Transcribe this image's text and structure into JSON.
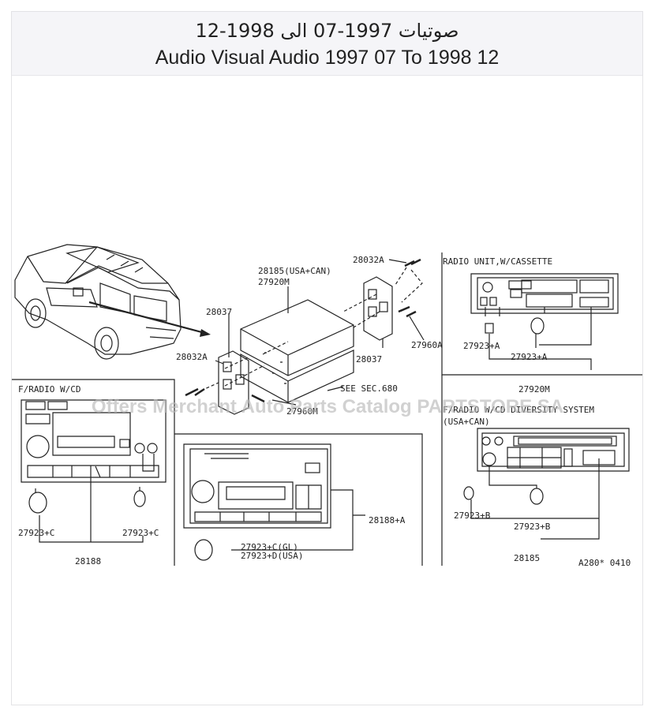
{
  "header": {
    "title_ar": "صوتيات 1997-07 الى 1998-12",
    "title_en": "Audio Visual Audio 1997 07 To 1998 12"
  },
  "watermark": "Offers Merchant Auto Parts Catalog PARTSTORE.SA",
  "sections": {
    "cassette_title": "RADIO UNIT,W/CASSETTE",
    "cd_title": "F/RADIO W/CD",
    "diversity_title": "F/RADIO W/CD DIVERSITY SYSTEM",
    "diversity_sub": "(USA+CAN)"
  },
  "parts": {
    "p28032a_top": "28032A",
    "p28185_usa": "28185(USA+CAN)",
    "p27920m_main": "27920M",
    "p28037_left": "28037",
    "p28037_right": "28037",
    "p28032a_left": "28032A",
    "p27960a": "27960A",
    "see_sec": "SEE SEC.680",
    "p27960m": "27960M",
    "c1_27923a_left": "27923+A",
    "c1_27923a_right": "27923+A",
    "c1_27920m": "27920M",
    "c2_27923c_left": "27923+C",
    "c2_27923c_right": "27923+C",
    "c2_28188": "28188",
    "c3_28188a": "28188+A",
    "c3_27923c_gl": "27923+C(GL)",
    "c3_27923d_usa": "27923+D(USA)",
    "c4_27923b_left": "27923+B",
    "c4_27923b_right": "27923+B",
    "c4_28185": "28185",
    "ref_code": "A280* 0410"
  }
}
